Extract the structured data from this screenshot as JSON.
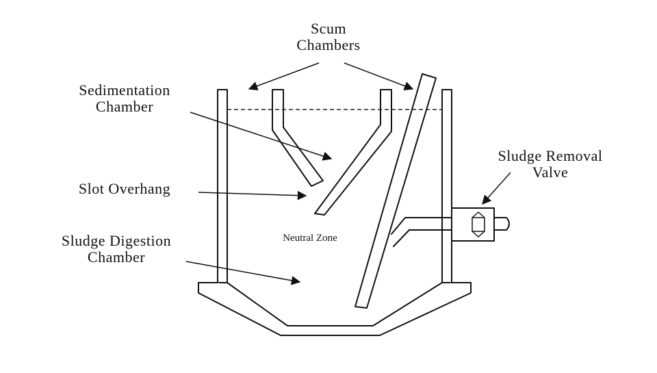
{
  "labels": {
    "scum_line1": "Scum",
    "scum_line2": "Chambers",
    "sed_line1": "Sedimentation",
    "sed_line2": "Chamber",
    "slot": "Slot Overhang",
    "digest_line1": "Sludge Digestion",
    "digest_line2": "Chamber",
    "neutral": "Neutral Zone",
    "valve_line1": "Sludge Removal",
    "valve_line2": "Valve"
  },
  "colors": {
    "line": "#111111",
    "background": "#ffffff"
  }
}
